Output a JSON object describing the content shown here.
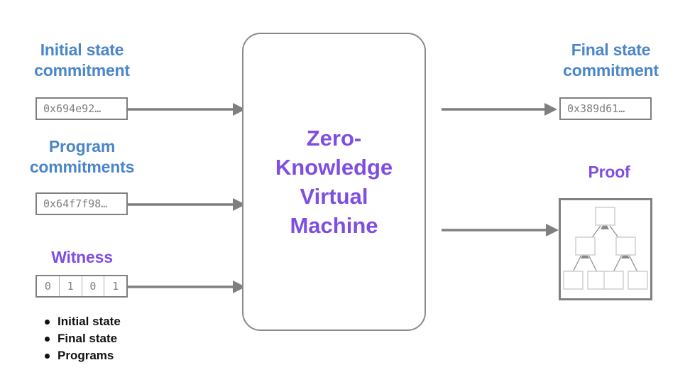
{
  "diagram": {
    "title": "Zero-Knowledge Virtual Machine data flow",
    "colors": {
      "label_blue": "#4a86c8",
      "label_purple": "#7f4ee0",
      "stroke_gray": "#7f7f7f",
      "box_gray": "#8a8a8a",
      "value_text_gray": "#808080",
      "bullet_black": "#111111",
      "background": "#ffffff"
    }
  },
  "inputs": {
    "initial_state": {
      "label": "Initial state\ncommitment",
      "value": "0x694e92…"
    },
    "program_commitments": {
      "label": "Program\ncommitments",
      "value": "0x64f7f98…"
    },
    "witness": {
      "label": "Witness",
      "bits": [
        "0",
        "1",
        "0",
        "1"
      ],
      "notes": [
        "Initial state",
        "Final state",
        "Programs"
      ]
    }
  },
  "processor": {
    "label": "Zero-\nKnowledge\nVirtual\nMachine"
  },
  "outputs": {
    "final_state": {
      "label": "Final state\ncommitment",
      "value": "0x389d61…"
    },
    "proof": {
      "label": "Proof",
      "tree": {
        "levels": 3,
        "node_counts": [
          1,
          2,
          4
        ],
        "arrow_direction": "upward"
      }
    }
  }
}
